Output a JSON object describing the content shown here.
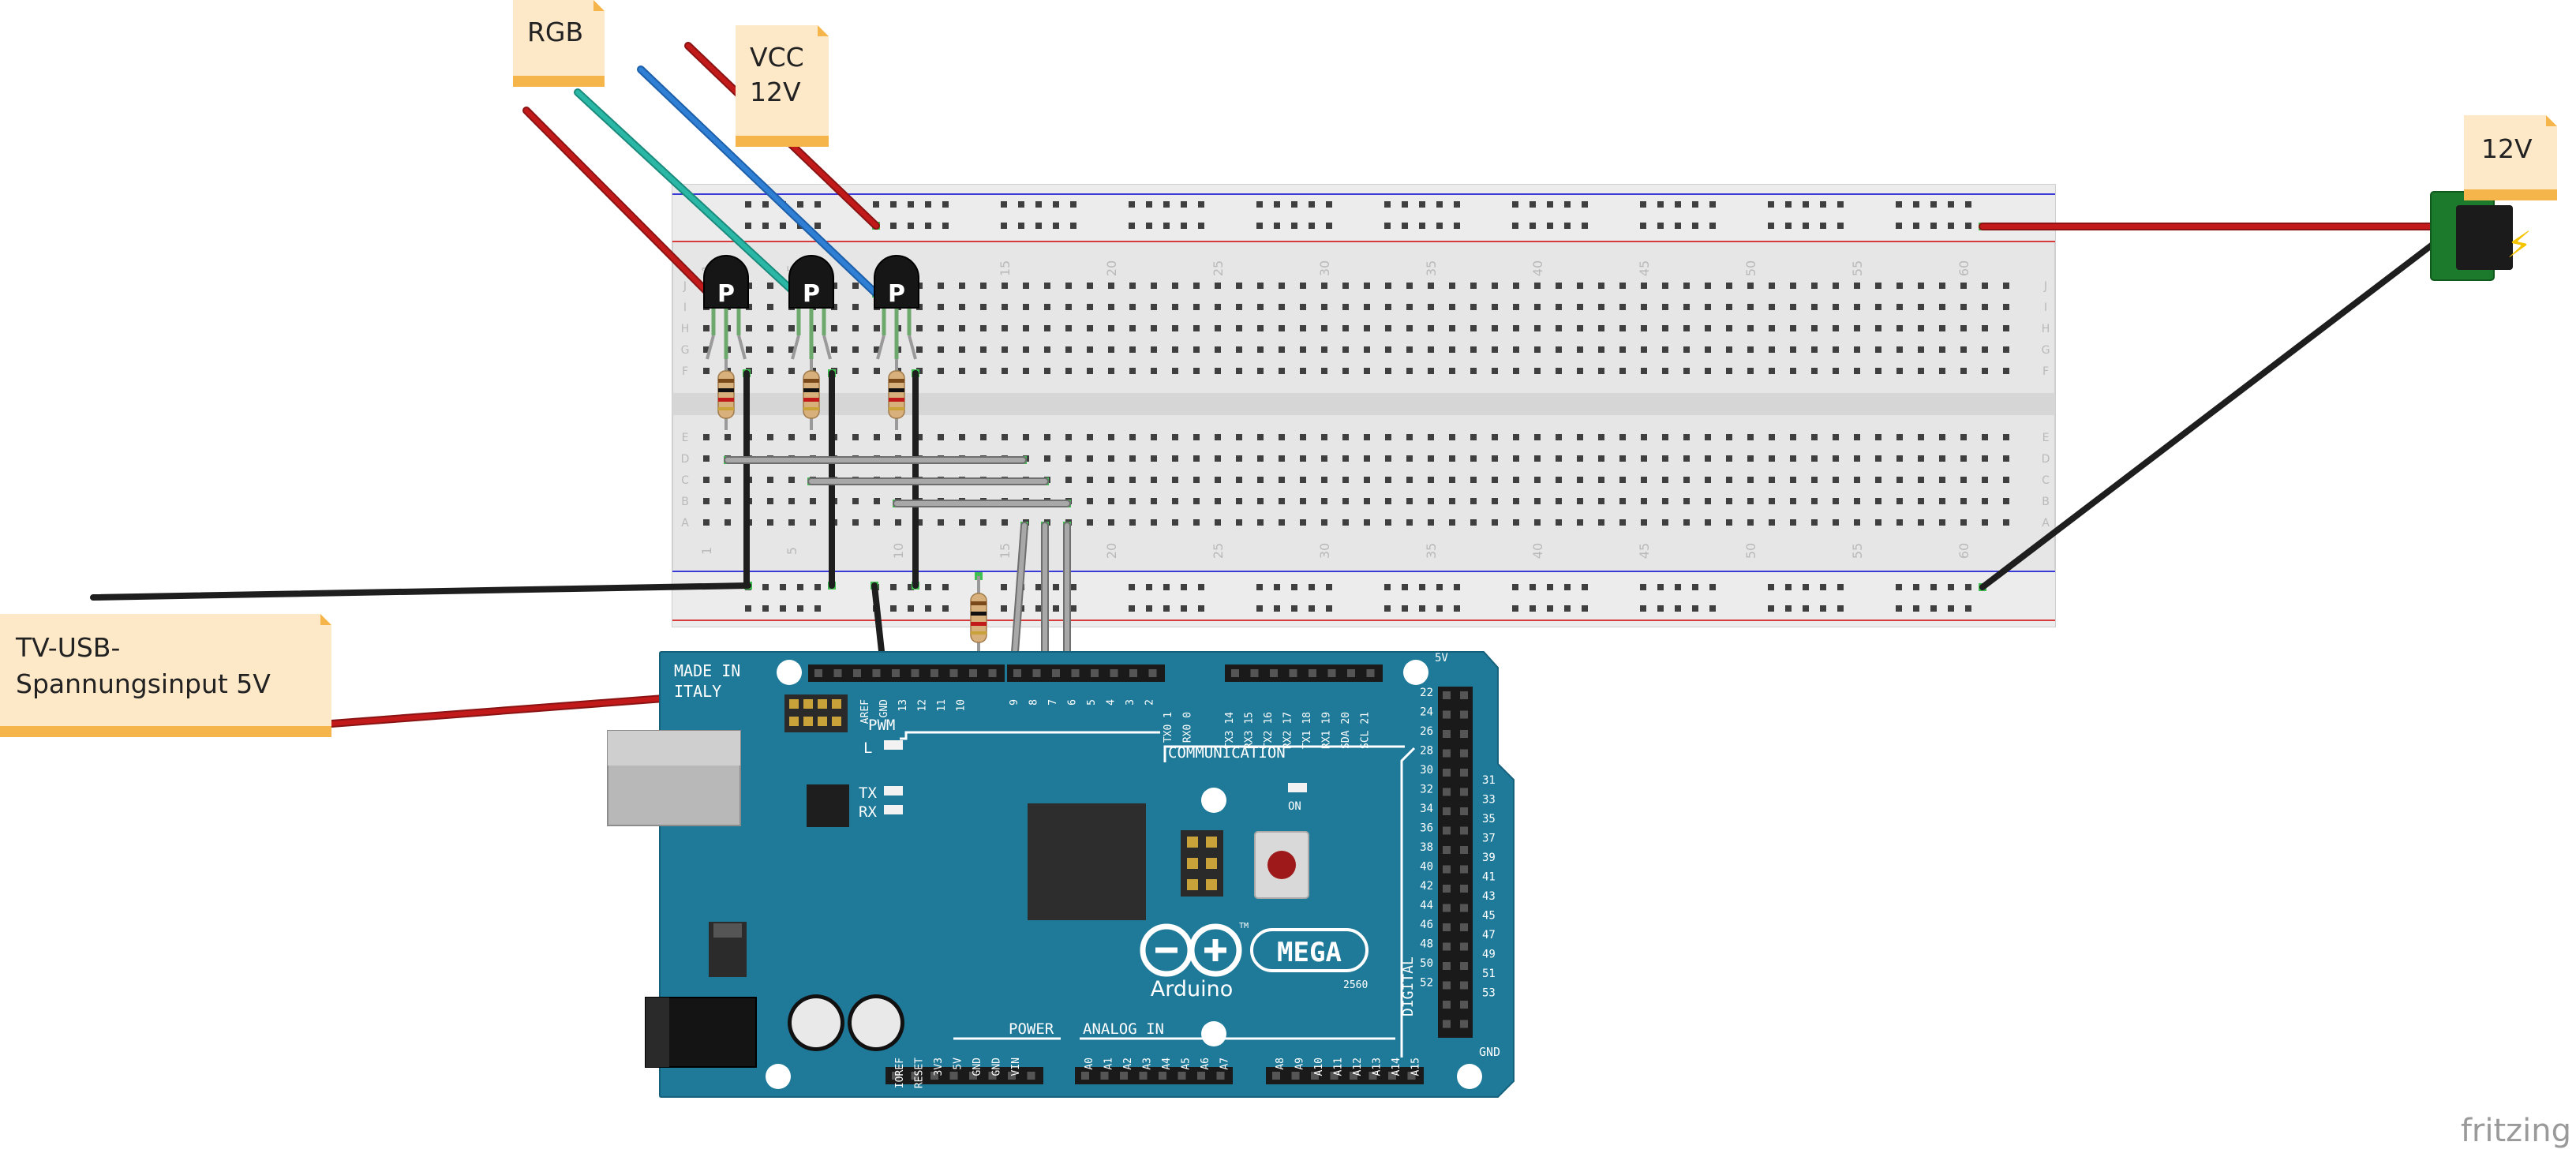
{
  "notes": {
    "rgb": "RGB",
    "vcc_line1": "VCC",
    "vcc_line2": "12V",
    "power_12v": "12V",
    "tv_line1": "TV-USB-",
    "tv_line2": "Spannungsinput 5V"
  },
  "breadboard": {
    "column_numbers": [
      "1",
      "5",
      "10",
      "15",
      "20",
      "25",
      "30",
      "35",
      "40",
      "45",
      "50",
      "55",
      "60"
    ],
    "row_letters_top": [
      "J",
      "I",
      "H",
      "G",
      "F"
    ],
    "row_letters_bottom": [
      "E",
      "D",
      "C",
      "B",
      "A"
    ]
  },
  "arduino": {
    "made_in": "MADE IN",
    "italy": "ITALY",
    "aref": "AREF",
    "gnd": "GND",
    "pwm_pins": [
      "13",
      "12",
      "11",
      "10",
      "9",
      "8",
      "7",
      "6",
      "5",
      "4",
      "3",
      "2"
    ],
    "comm_pins": [
      "TX0 1",
      "RX0 0",
      "TX3 14",
      "RX3 15",
      "TX2 16",
      "RX2 17",
      "TX1 18",
      "RX1 19",
      "SDA 20",
      "SCL 21"
    ],
    "pwm": "PWM",
    "communication": "COMMUNICATION",
    "l": "L",
    "tx": "TX",
    "rx": "RX",
    "on": "ON",
    "brand": "Arduino",
    "model": "MEGA",
    "tm": "TM",
    "chip": "2560",
    "power": "POWER",
    "power_pins": [
      "IOREF",
      "RESET",
      "3V3",
      "5V",
      "GND",
      "GND",
      "VIN"
    ],
    "analog_in": "ANALOG IN",
    "analog_pins": [
      "A0",
      "A1",
      "A2",
      "A3",
      "A4",
      "A5",
      "A6",
      "A7",
      "A8",
      "A9",
      "A10",
      "A11",
      "A12",
      "A13",
      "A14",
      "A15"
    ],
    "digital": "DIGITAL",
    "five_v": "5V",
    "gnd_right": "GND",
    "digital_left": [
      "22",
      "24",
      "26",
      "28",
      "30",
      "32",
      "34",
      "36",
      "38",
      "40",
      "42",
      "44",
      "46",
      "48",
      "50",
      "52"
    ],
    "digital_right": [
      "31",
      "33",
      "35",
      "37",
      "39",
      "41",
      "43",
      "45",
      "47",
      "49",
      "51",
      "53"
    ]
  },
  "watermark": "fritzing",
  "colors": {
    "board_blue": "#1f7a99",
    "wire_red": "#c21a1a",
    "wire_black": "#1e1e1e",
    "wire_blue": "#2f7fd4",
    "wire_cyan": "#2bb7a5",
    "wire_gray": "#8c8c8c",
    "note_fill": "#fde8c8",
    "note_strip": "#f5b54a"
  }
}
